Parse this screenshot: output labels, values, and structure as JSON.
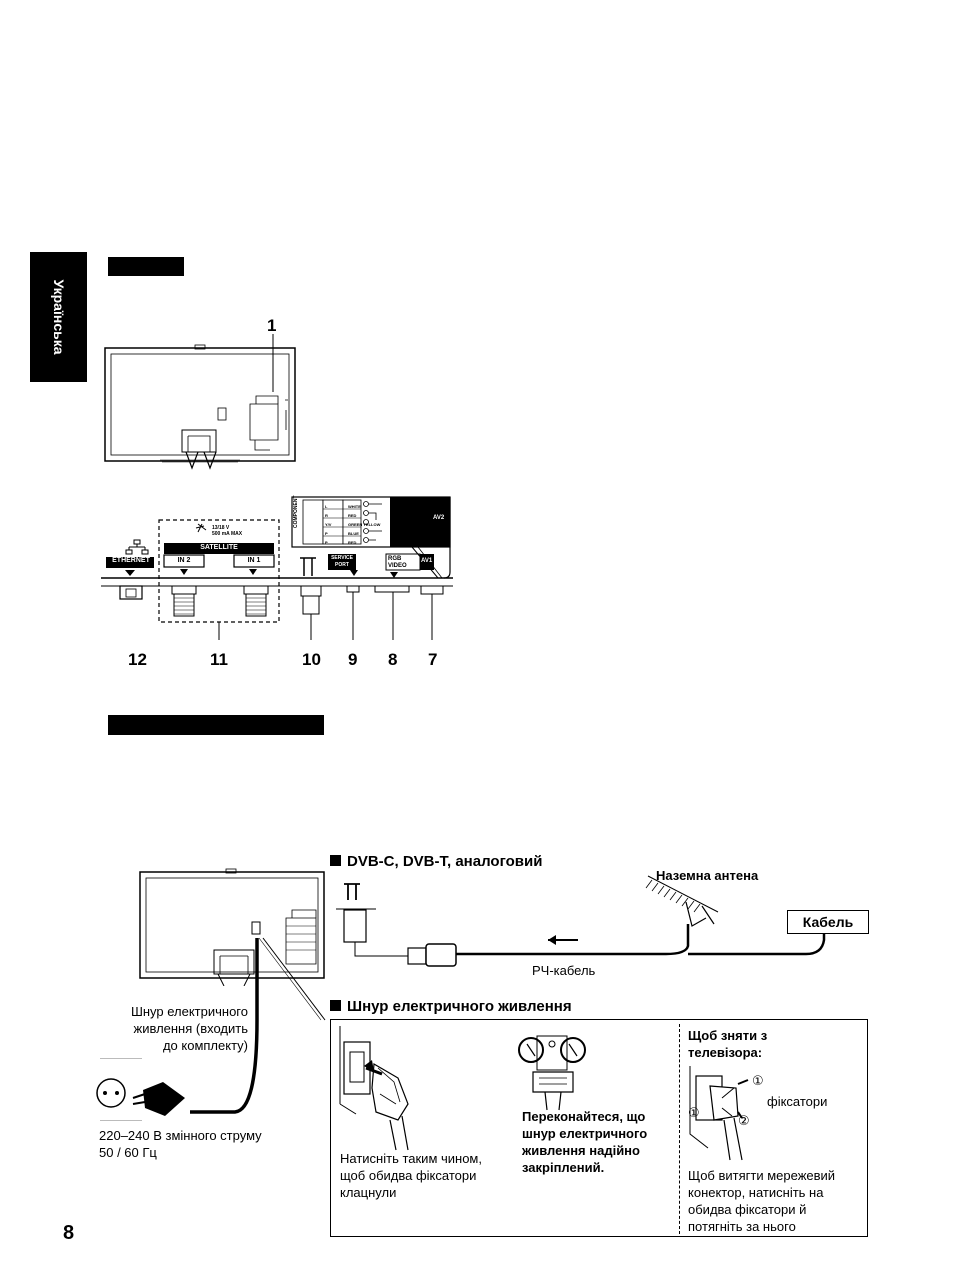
{
  "sidebar": {
    "language": "Українська"
  },
  "page_number": "8",
  "terminal_numbers": {
    "top": "1",
    "bottom": [
      "12",
      "11",
      "10",
      "9",
      "8",
      "7"
    ]
  },
  "panel_labels": {
    "ethernet": "ETHERNET",
    "satellite": "SATELLITE",
    "in2": "IN 2",
    "in1": "IN 1",
    "lnb_power": "13/18 V",
    "lnb_current": "500 mA MAX",
    "service_port": "SERVICE PORT",
    "av1": "AV1",
    "rgb": "RGB",
    "video": "VIDEO",
    "av2": "AV2",
    "component": "COMPONENT",
    "audio": "AUDIO",
    "video_small": "VIDEO",
    "l": "L",
    "r": "R",
    "yv": "Y/V",
    "pb": "P",
    "pr": "P",
    "white": "WHITE",
    "red": "RED",
    "green_yellow": "GREEN YELLOW",
    "blue": "BLUE",
    "red2": "RED"
  },
  "connection": {
    "section_dvb": "DVB-C, DVB-T, аналоговий",
    "antenna": "Наземна антена",
    "cable": "Кабель",
    "rf_cable": "РЧ-кабель",
    "section_power": "Шнур електричного живлення",
    "power_cord_line1": "Шнур електричного",
    "power_cord_line2": "живлення (входить",
    "power_cord_line3": "до комплекту)",
    "mains_line1": "220–240 В змінного струму",
    "mains_line2": "50 / 60 Гц",
    "press_line1": "Натисніть таким чином,",
    "press_line2": "щоб обидва фіксатори",
    "press_line3": "клацнули",
    "ensure_line1": "Переконайтеся, що",
    "ensure_line2": "шнур електричного",
    "ensure_line3": "живлення надійно",
    "ensure_line4": "закріплений.",
    "remove_title_line1": "Щоб зняти з",
    "remove_title_line2": "телевізора:",
    "latches": "фіксатори",
    "remove_line1": "Щоб витягти мережевий",
    "remove_line2": "конектор, натисніть на",
    "remove_line3": "обидва фіксатори й",
    "remove_line4": "потягніть за нього",
    "circle1": "①",
    "circle2": "②"
  }
}
